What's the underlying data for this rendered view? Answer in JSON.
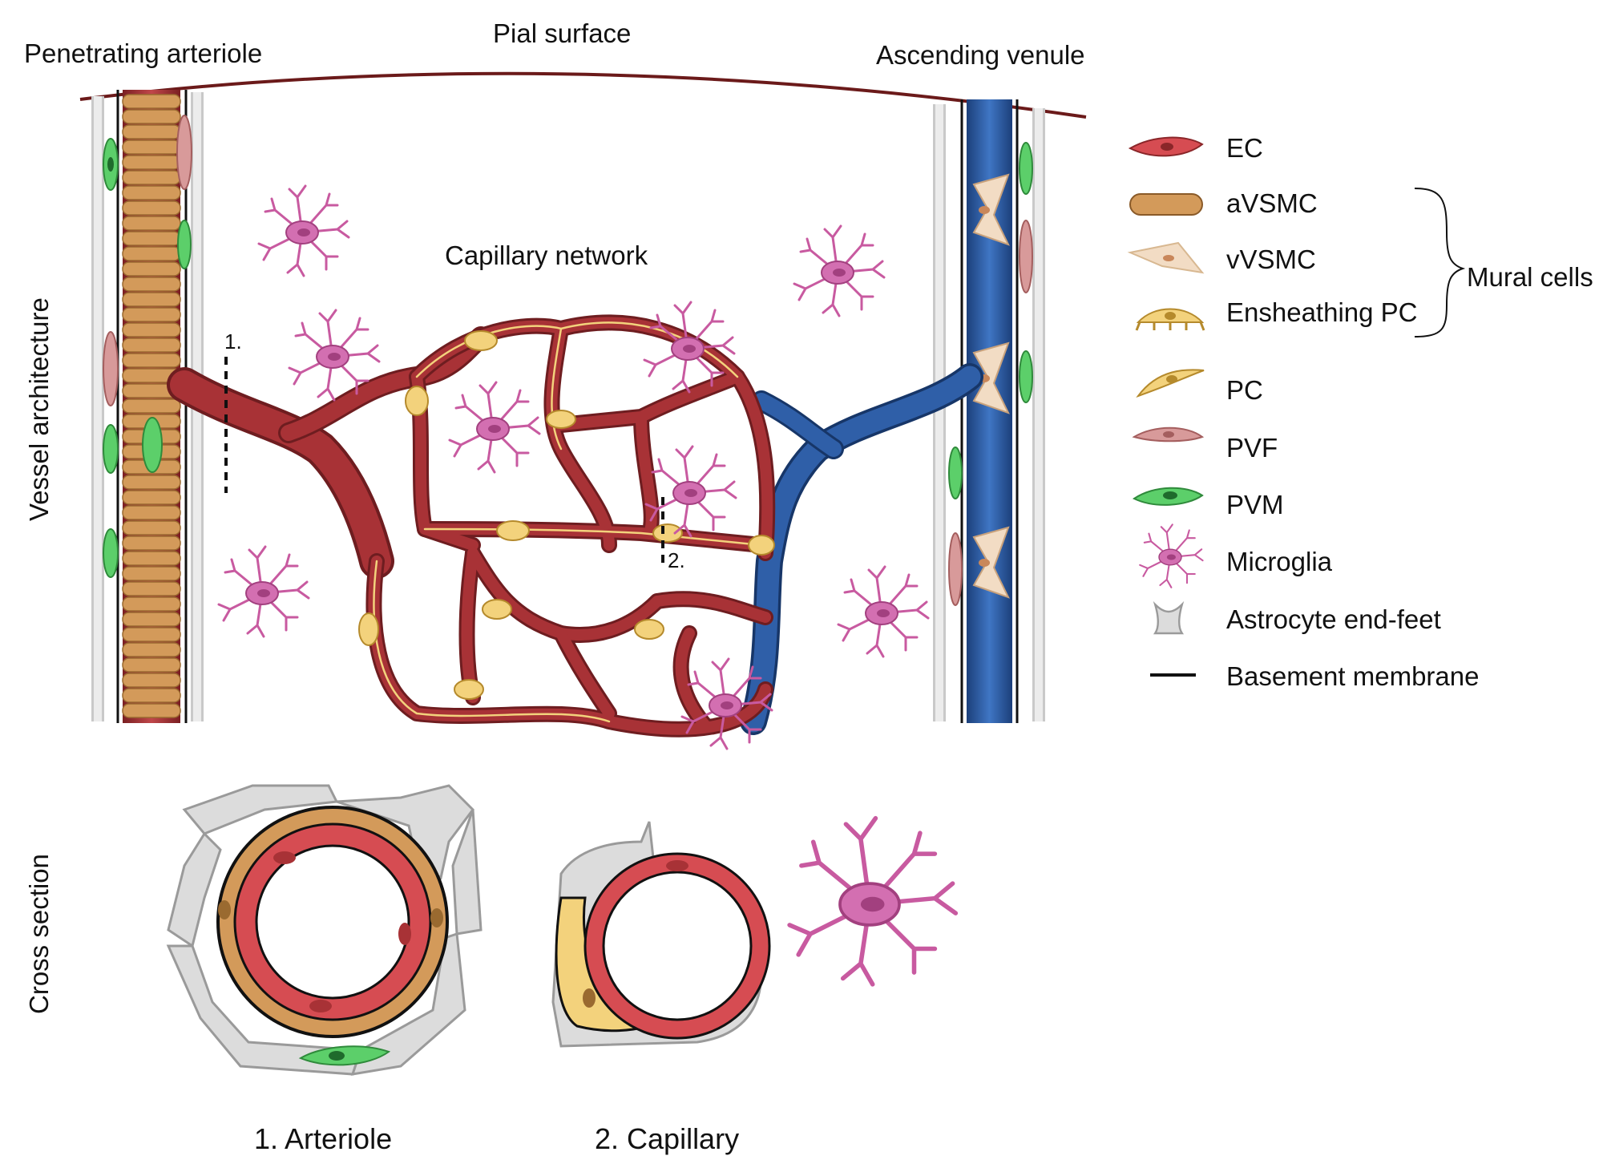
{
  "labels": {
    "penetrating_arteriole": "Penetrating arteriole",
    "pial_surface": "Pial surface",
    "ascending_venule": "Ascending venule",
    "capillary_network": "Capillary network",
    "vessel_architecture": "Vessel architecture",
    "cross_section": "Cross section",
    "marker_1": "1.",
    "marker_2": "2.",
    "arteriole_caption": "1.  Arteriole",
    "capillary_caption": "2. Capillary"
  },
  "legend": {
    "items": [
      {
        "label": "EC",
        "icon": "endothelial-cell-icon"
      },
      {
        "label": "aVSMC",
        "icon": "arteriolar-smooth-muscle-cell-icon"
      },
      {
        "label": "vVSMC",
        "icon": "venular-smooth-muscle-cell-icon"
      },
      {
        "label": "Ensheathing PC",
        "icon": "ensheathing-pericyte-icon"
      },
      {
        "label": "PC",
        "icon": "pericyte-icon"
      },
      {
        "label": "PVF",
        "icon": "perivascular-fibroblast-icon"
      },
      {
        "label": "PVM",
        "icon": "perivascular-macrophage-icon"
      },
      {
        "label": "Microglia",
        "icon": "microglia-icon"
      },
      {
        "label": "Astrocyte end-feet",
        "icon": "astrocyte-endfoot-icon"
      },
      {
        "label": "Basement membrane",
        "icon": "basement-membrane-line-icon"
      }
    ],
    "group_label": "Mural cells"
  },
  "colors": {
    "artery": "#a83236",
    "vein": "#2f5fa8",
    "smooth_muscle": "#d39a5a",
    "pericyte": "#f3d27c",
    "microglia": "#d36fb1",
    "macrophage": "#5ccf6a",
    "astrocyte": "#d8d8d8",
    "pial": "#6b1a1a"
  }
}
